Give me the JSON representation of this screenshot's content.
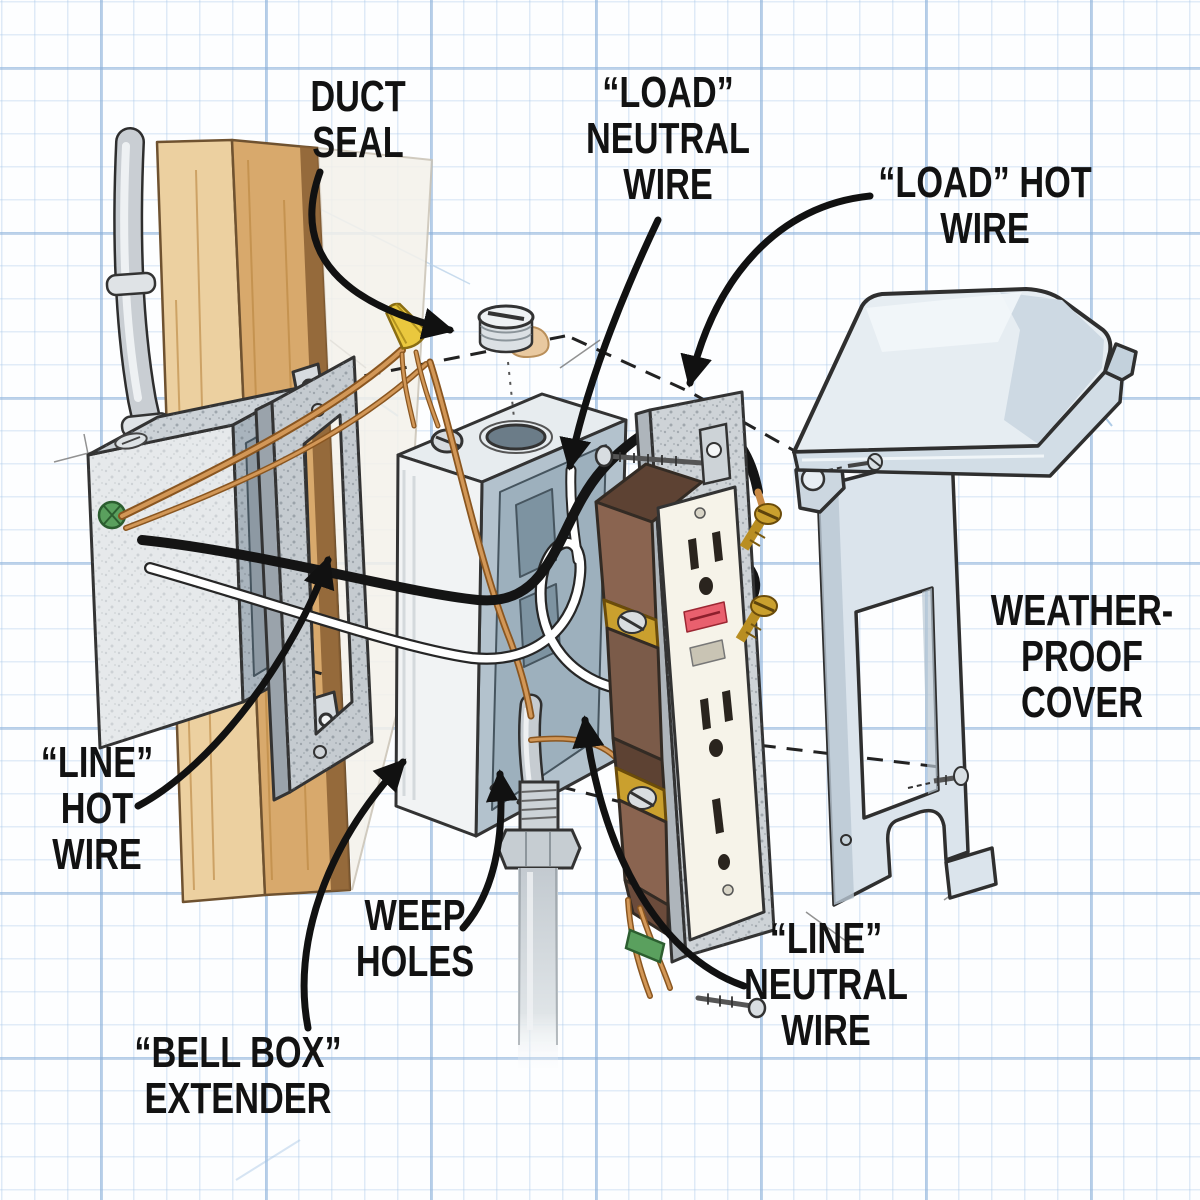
{
  "labels": {
    "duct_seal": {
      "lines": [
        "DUCT",
        "SEAL"
      ]
    },
    "load_neutral": {
      "lines": [
        "“LOAD”",
        "NEUTRAL",
        "WIRE"
      ]
    },
    "load_hot": {
      "lines": [
        "“LOAD” HOT",
        "WIRE"
      ]
    },
    "weatherproof_cover": {
      "lines": [
        "WEATHER-",
        "PROOF",
        "COVER"
      ]
    },
    "line_hot": {
      "lines": [
        "“LINE”",
        "HOT",
        "WIRE"
      ]
    },
    "weep_holes": {
      "lines": [
        "WEEP",
        "HOLES"
      ]
    },
    "bell_box_extender": {
      "lines": [
        "“BELL BOX”",
        "EXTENDER"
      ]
    },
    "line_neutral": {
      "lines": [
        "“LINE”",
        "NEUTRAL",
        "WIRE"
      ]
    }
  },
  "colors": {
    "label_text": "#121212",
    "arrow": "#111111",
    "paper": "#fdfeff",
    "grid_minor": "#cfe0f1",
    "grid_major": "#b4cfe9",
    "wood": "#ecd0a0",
    "wood_side": "#d8a96c",
    "copper_wire": "#d29757",
    "black_wire": "#141414",
    "white_wire": "#ffffff",
    "wire_nut_yellow": "#eac83e",
    "wire_nut_green": "#5aa05e",
    "brass": "#caa02e",
    "metal_light": "#e7ecef",
    "metal_shadow": "#b3c2cd",
    "cover_blue_gray": "#e6edf2",
    "receptacle_brown": "#7b5b49",
    "reset_button_red": "#e9606e",
    "outlet_face": "#f6f3e9"
  }
}
